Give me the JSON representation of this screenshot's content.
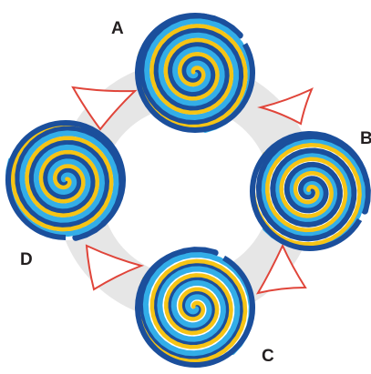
{
  "labels": {
    "a": "A",
    "b": "B",
    "c": "C",
    "d": "D"
  },
  "colors": {
    "ring": "#e6e6e6",
    "dark_blue": "#1b4f9c",
    "light_blue": "#33aee8",
    "yellow": "#f6c415",
    "arrow": "#e0453a",
    "label": "#231f20"
  },
  "spirals": [
    {
      "id": "A",
      "yellow_band": "outer"
    },
    {
      "id": "B",
      "yellow_band": "middle"
    },
    {
      "id": "C",
      "yellow_band": "inner"
    },
    {
      "id": "D",
      "yellow_band": "outer"
    }
  ],
  "arrows": [
    {
      "id": "A-to-B"
    },
    {
      "id": "B-to-C"
    },
    {
      "id": "C-to-D"
    },
    {
      "id": "D-to-A"
    }
  ]
}
